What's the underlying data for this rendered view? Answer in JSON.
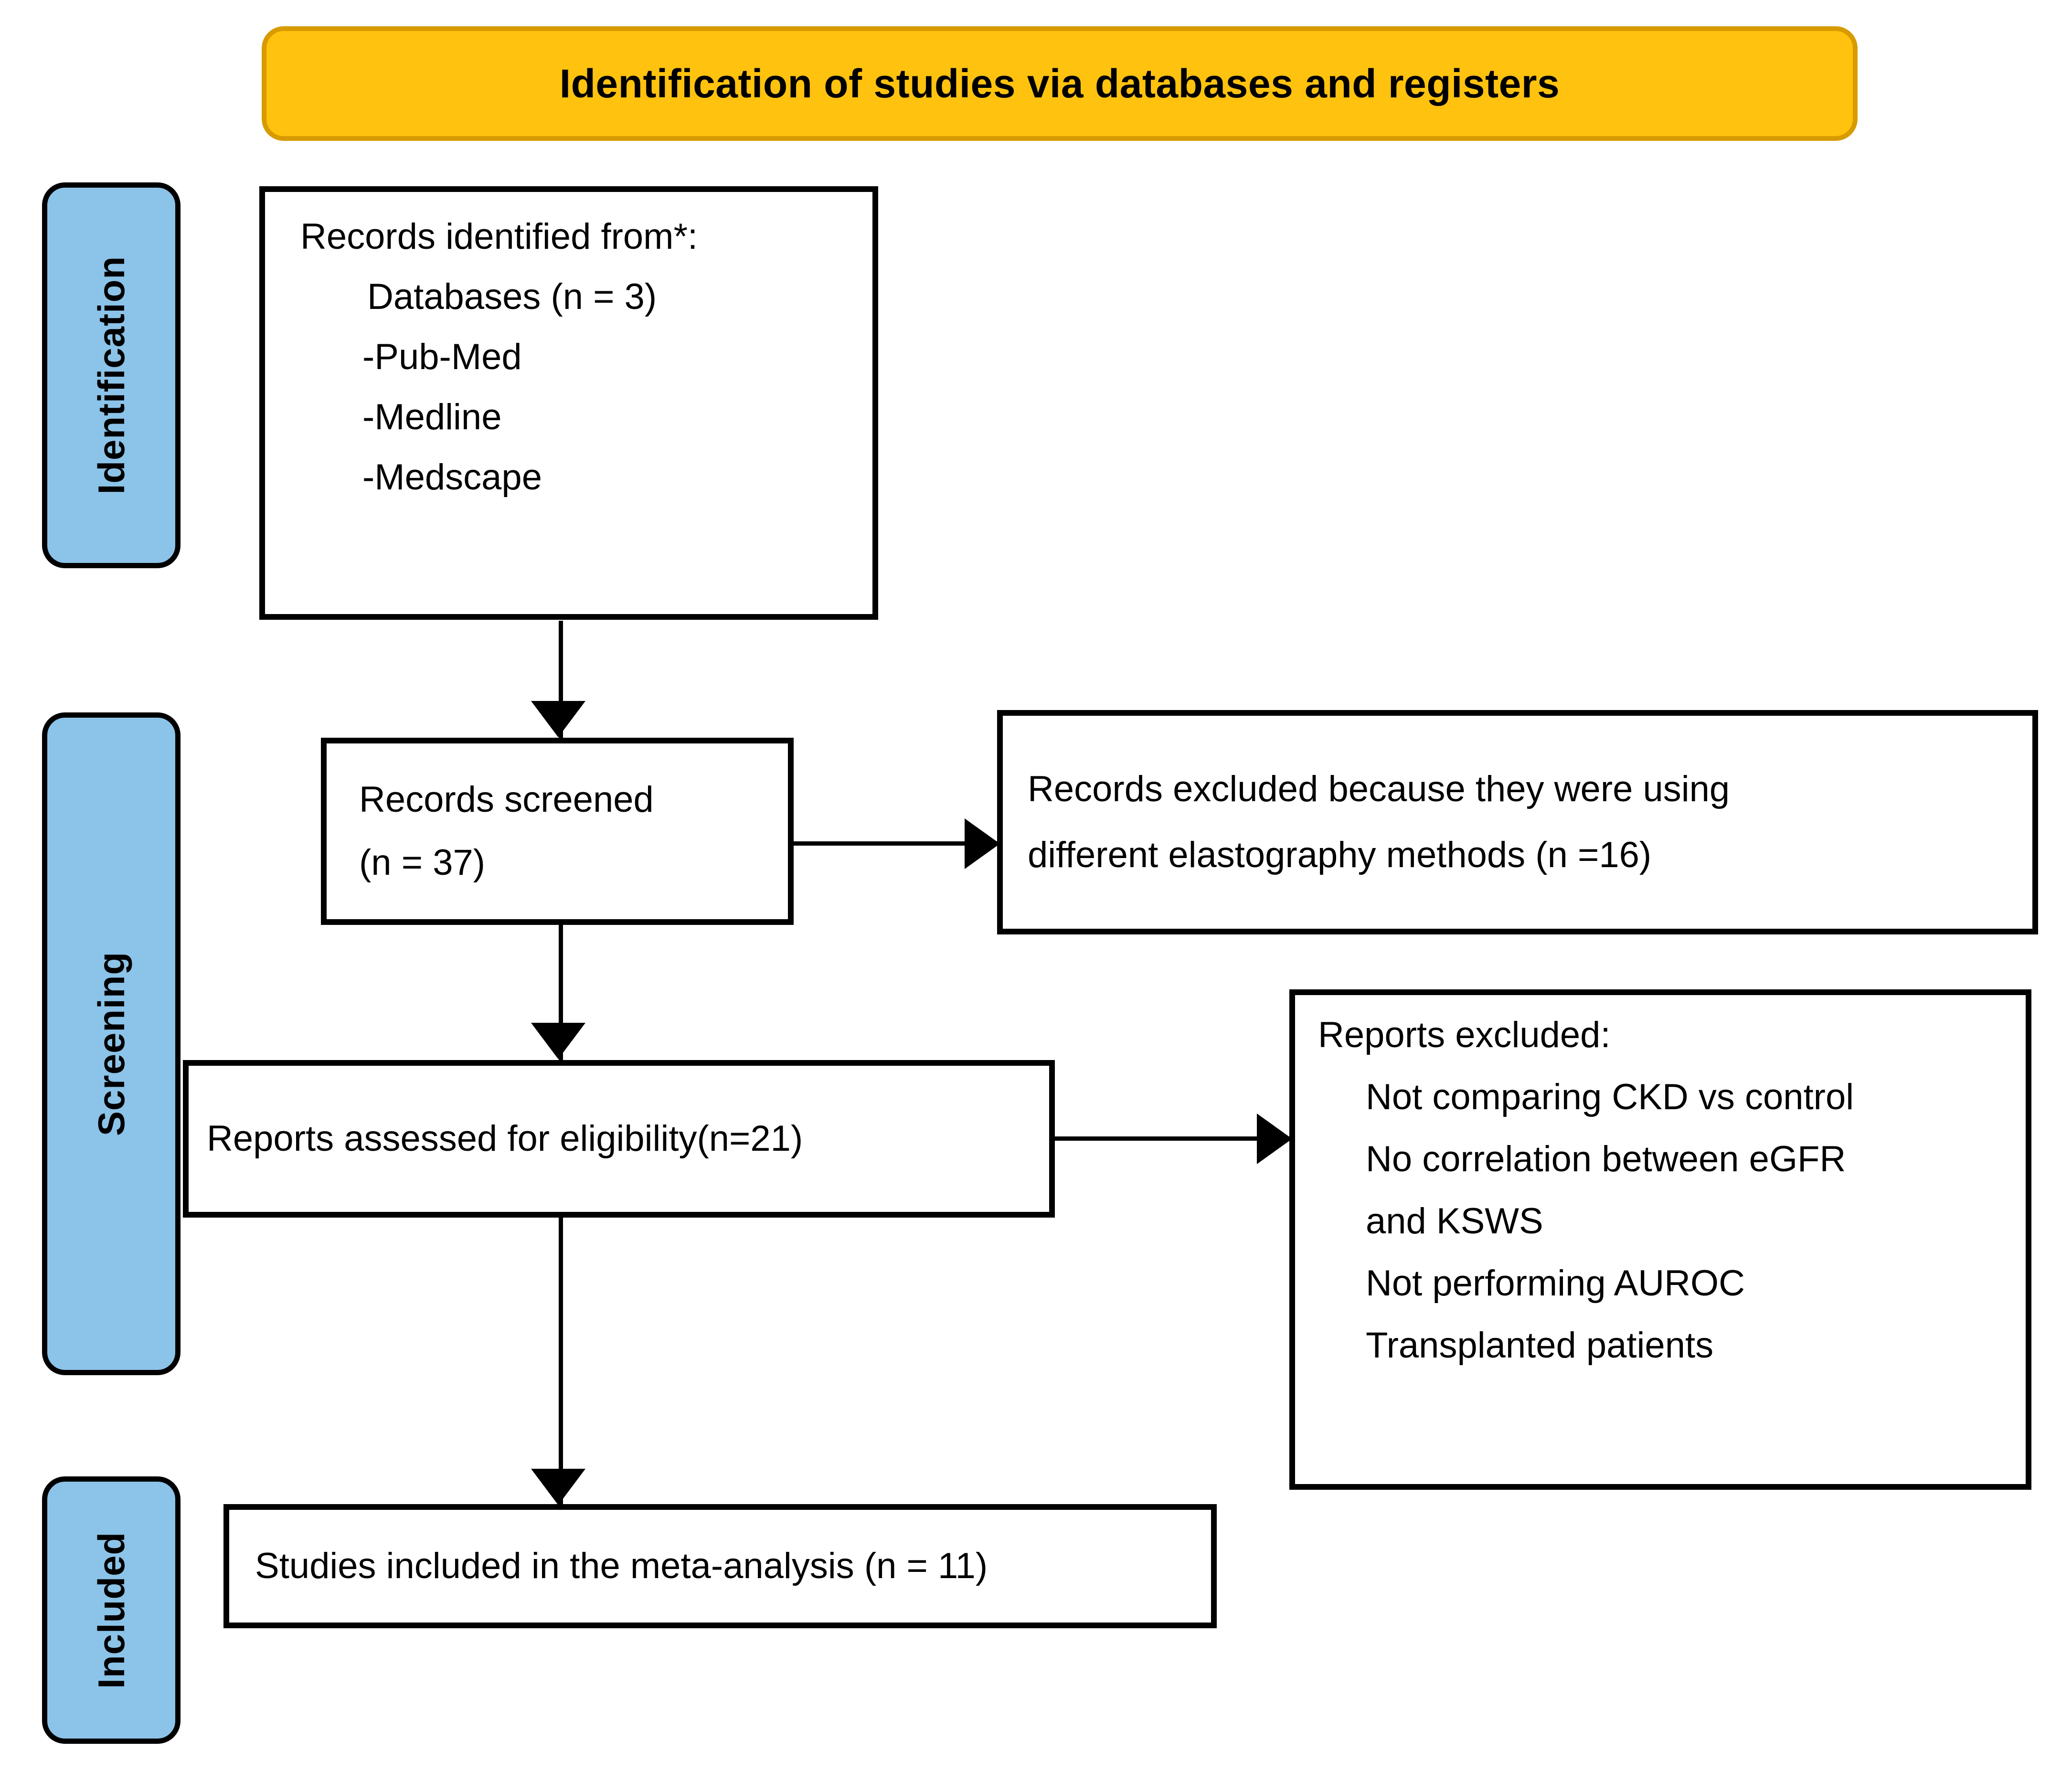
{
  "banner": {
    "title": "Identification of studies via databases and registers",
    "fill_color": "#FFC20E",
    "border_color": "#D79B00"
  },
  "stages": {
    "identification": "Identification",
    "screening": "Screening",
    "included": "Included",
    "fill_color": "#8CC3E8",
    "border_color": "#000000"
  },
  "boxes": {
    "identified": {
      "heading": "Records identified from*:",
      "databases": "Databases (n = 3)",
      "source_1": "-Pub-Med",
      "source_2": "-Medline",
      "source_3": "-Medscape"
    },
    "screened": {
      "line_1": "Records screened",
      "line_2": "(n = 37)"
    },
    "excluded_records": {
      "line_1": "Records excluded because they were using",
      "line_2": "different elastography methods (n =16)"
    },
    "eligibility": {
      "line_1": "Reports assessed for eligibility(n=21)"
    },
    "reports_excluded": {
      "heading": "Reports excluded:",
      "reason_1": "Not comparing CKD vs control",
      "reason_2": "No correlation between eGFR",
      "reason_2_cont": "and KSWS",
      "reason_3": "Not performing AUROC",
      "reason_4": "Transplanted patients"
    },
    "included": {
      "line_1": "Studies included in the meta-analysis (n = 11)"
    }
  }
}
